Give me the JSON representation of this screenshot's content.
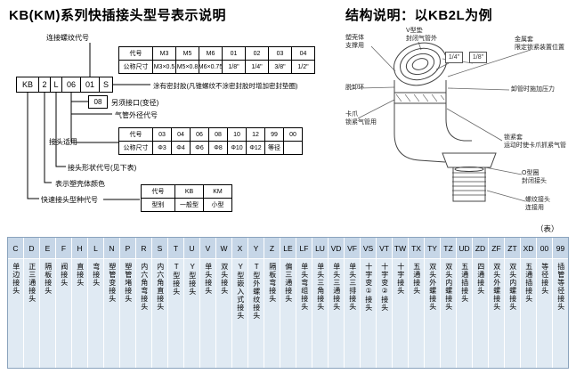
{
  "left": {
    "title": "KB(KM)系列快插接头型号表示说明",
    "model_boxes": [
      "KB",
      "2",
      "L",
      "06",
      "01",
      "S"
    ],
    "thread_label": "连接螺纹代号",
    "thread_table": {
      "rows": [
        [
          "代号",
          "M3",
          "M5",
          "M6",
          "01",
          "02",
          "03",
          "04"
        ],
        [
          "公称尺寸",
          "M3×0.5",
          "M5×0.8",
          "M6×0.75",
          "1/8\"",
          "1/4\"",
          "3/8\"",
          "1/2\""
        ]
      ]
    },
    "sealant_note": "涂有密封胶(凡锥螺纹不涂密封胶时增加密封垫圈)",
    "adapter_box": "08",
    "adapter_label": "另须接口(变径)",
    "tube_od_label": "气管外径代号",
    "tube_fit_label": "接头适用",
    "tube_table": {
      "rows": [
        [
          "代号",
          "03",
          "04",
          "06",
          "08",
          "10",
          "12",
          "99",
          "00"
        ],
        [
          "公称尺寸",
          "Φ3",
          "Φ4",
          "Φ6",
          "Φ8",
          "Φ10",
          "Φ12",
          "等径",
          ""
        ]
      ]
    },
    "shape_label": "接头形状代号(见下表)",
    "color_label": "表示塑壳体颜色",
    "type_label": "快速接头型种代号",
    "type_table": {
      "rows": [
        [
          "代号",
          "KB",
          "KM"
        ],
        [
          "型别",
          "一般型",
          "小型"
        ]
      ]
    }
  },
  "right": {
    "title": "结构说明：以KB2L为例",
    "fractions": [
      "1/4\"",
      "1/8\""
    ],
    "callouts": {
      "shell": {
        "name": "塑壳体",
        "desc": "支撑用"
      },
      "vseal": {
        "name": "V型垫",
        "desc": "封闭气管外"
      },
      "metal_sleeve": {
        "name": "金属套",
        "desc": "限定锁紧装置位置"
      },
      "release_ring": {
        "name": "脱卸环",
        "desc": "卸管时施加压力"
      },
      "claw": {
        "name": "卡爪",
        "desc": "锁紧气管用"
      },
      "lock_sleeve": {
        "name": "锁紧套",
        "desc": "运动时使卡爪抓紧气管"
      },
      "oring": {
        "name": "O型圈",
        "desc": "封闭接头"
      },
      "thread_joint": {
        "name": "螺纹接头",
        "desc": "连接用"
      }
    }
  },
  "shape_table": {
    "caption": "（表）",
    "columns": [
      {
        "code": "C",
        "desc": "单边接头"
      },
      {
        "code": "D",
        "desc": "正三通接头"
      },
      {
        "code": "E",
        "desc": "隔板接头"
      },
      {
        "code": "F",
        "desc": "阀接头"
      },
      {
        "code": "H",
        "desc": "直接头"
      },
      {
        "code": "L",
        "desc": "弯接头"
      },
      {
        "code": "N",
        "desc": "塑管变接头"
      },
      {
        "code": "P",
        "desc": "塑管堵接头"
      },
      {
        "code": "R",
        "desc": "内六角弯接头"
      },
      {
        "code": "S",
        "desc": "内六角直接头"
      },
      {
        "code": "T",
        "desc": "T型接头"
      },
      {
        "code": "U",
        "desc": "Y型接头"
      },
      {
        "code": "V",
        "desc": "单头接头"
      },
      {
        "code": "W",
        "desc": "双头接头"
      },
      {
        "code": "X",
        "desc": "Y型嵌入式接头"
      },
      {
        "code": "Y",
        "desc": "T型外螺纹接头"
      },
      {
        "code": "Z",
        "desc": "隔板弯接头"
      },
      {
        "code": "LE",
        "desc": "偏三通接头"
      },
      {
        "code": "LF",
        "desc": "单头弯组接头"
      },
      {
        "code": "LU",
        "desc": "单头三角接头"
      },
      {
        "code": "VD",
        "desc": "单头三通接头"
      },
      {
        "code": "VF",
        "desc": "单头三排接头"
      },
      {
        "code": "VS",
        "desc": "十字变①接头"
      },
      {
        "code": "VT",
        "desc": "十字变②接头"
      },
      {
        "code": "TW",
        "desc": "十字接头"
      },
      {
        "code": "TX",
        "desc": "五通接头"
      },
      {
        "code": "TY",
        "desc": "双头外螺接头"
      },
      {
        "code": "TZ",
        "desc": "双头内螺接头"
      },
      {
        "code": "UD",
        "desc": "五通插接头"
      },
      {
        "code": "ZD",
        "desc": "四通接头"
      },
      {
        "code": "ZF",
        "desc": "双头外螺接头"
      },
      {
        "code": "ZT",
        "desc": "双头内螺接头"
      },
      {
        "code": "XD",
        "desc": "五通插接头"
      },
      {
        "code": "00",
        "desc": "等径接头"
      },
      {
        "code": "99",
        "desc": "插管等径接头"
      }
    ]
  }
}
